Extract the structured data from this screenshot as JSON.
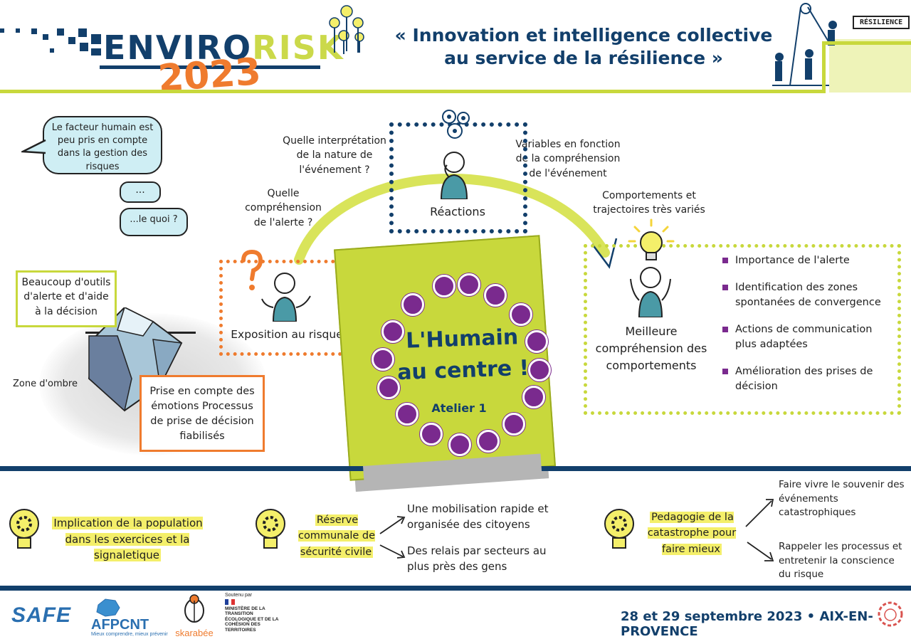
{
  "header": {
    "brand_part1": "ENVIRO",
    "brand_part2": "RISK",
    "year": "2023",
    "tagline_line1": "« Innovation  et intelligence collective",
    "tagline_line2": "au service de la résilience »",
    "sign": "RÉSILIENCE"
  },
  "bubble": {
    "main": "Le facteur humain est peu pris en compte dans la gestion des risques",
    "dots": "...",
    "quoi": "...le quoi ?"
  },
  "questions": {
    "interpretation": "Quelle interprétation de la nature de l'événement ?",
    "comprehension": "Quelle compréhension de l'alerte ?",
    "variables": "Variables en fonction de la compréhension de l'événement",
    "comportements": "Comportements et trajectoires très variés"
  },
  "reactions": {
    "label": "Réactions"
  },
  "iceberg": {
    "tools": "Beaucoup d'outils d'alerte et d'aide à la décision",
    "zone": "Zone d'ombre",
    "emotions": "Prise en compte des émotions Processus de prise de décision fiabilisés"
  },
  "exposition": {
    "label": "Exposition au risque"
  },
  "postit": {
    "title_line1": "L'Humain",
    "title_line2": "au centre !",
    "subtitle": "Atelier 1"
  },
  "meilleure": {
    "label": "Meilleure compréhension des comportements"
  },
  "bullets": [
    "Importance de l'alerte",
    "Identification des zones spontanées de convergence",
    "Actions de communication plus adaptées",
    "Amélioration des prises de décision"
  ],
  "bottom": {
    "implication": "Implication de la population dans les exercices et la signaletique",
    "reserve": "Réserve communale de sécurité civile",
    "mobilisation": "Une mobilisation rapide et organisée des citoyens",
    "relais": "Des relais par secteurs au plus près des gens",
    "pedagogie": "Pedagogie de la catastrophe pour faire mieux",
    "souvenir": "Faire vivre le souvenir des événements catastrophiques",
    "rappeler": "Rappeler les processus et entretenir la conscience du risque"
  },
  "footer": {
    "logo_safe": "SAFE",
    "logo_afpcnt": "AFPCNT",
    "afpcnt_sub": "Mieux comprendre, mieux prévenir",
    "logo_skarabee": "skarabée",
    "soutenu": "Soutenu par",
    "ministere": "MINISTÈRE DE LA TRANSITION ÉCOLOGIQUE ET DE LA COHÉSION DES TERRITOIRES",
    "date_place": "28 et 29 septembre 2023 • AIX-EN-PROVENCE"
  },
  "colors": {
    "navy": "#123f6b",
    "lime": "#c8d83c",
    "orange": "#ef7b2e",
    "purple": "#7a2a8e",
    "teal": "#cfeef4"
  }
}
